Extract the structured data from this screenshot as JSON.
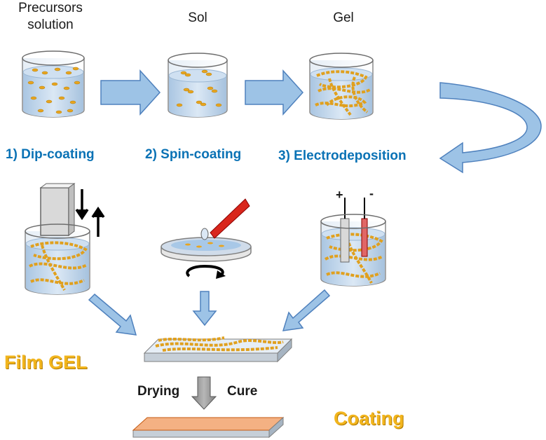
{
  "stages": {
    "precursors": "Precursors\nsolution",
    "sol": "Sol",
    "gel": "Gel"
  },
  "methods": {
    "dip": "1) Dip-coating",
    "spin": "2) Spin-coating",
    "electro": "3) Electrodeposition"
  },
  "electrodes": {
    "plus": "+",
    "minus": "-"
  },
  "results": {
    "film_gel": "Film GEL",
    "drying": "Drying",
    "cure": "Cure",
    "coating": "Coating"
  },
  "colors": {
    "arrow_fill": "#9dc3e6",
    "arrow_stroke": "#4f81bd",
    "method_text": "#0a72b5",
    "highlight_text": "#f2b51d",
    "liquid": "#c9dcef",
    "particle": "#e9a51f",
    "coating_layer": "#f4b183"
  }
}
